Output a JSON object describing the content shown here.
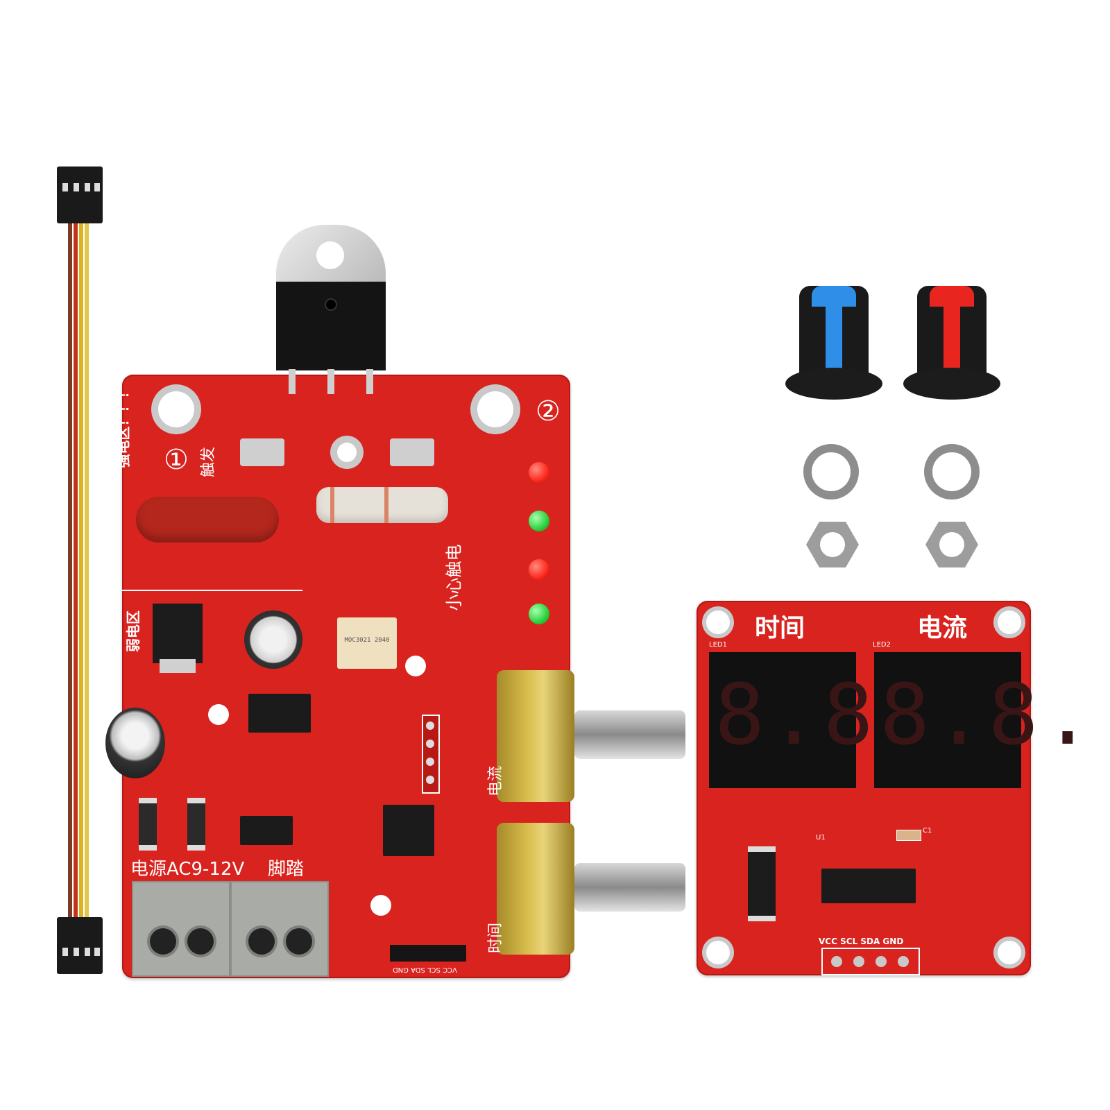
{
  "main_board": {
    "zone_strong": "强电区！！！",
    "zone_weak": "弱电区",
    "power_label": "电源AC9-12V",
    "pedal_label": "脚踏",
    "caution_label": "小心触电",
    "circle_1": "①",
    "circle_2": "②",
    "trigger_label": "触发",
    "optocoupler_text": "MOC3021 2040",
    "header_pins": "VCC SCL SDA GND",
    "pot_current_label": "电流",
    "pot_time_label": "时间"
  },
  "display_board": {
    "time_label": "时间",
    "current_label": "电流",
    "led1": "LED1",
    "led2": "LED2",
    "digits_left": "8.8.",
    "digits_right": "8.8.",
    "header_pins": "VCC SCL SDA GND",
    "u1": "U1",
    "c1": "C1"
  },
  "colors": {
    "pcb_red": "#d8231f",
    "knob_blue": "#2f8fe8",
    "knob_red": "#e8251f",
    "led_red": "#ff2a1e",
    "led_green": "#2bd13c"
  }
}
